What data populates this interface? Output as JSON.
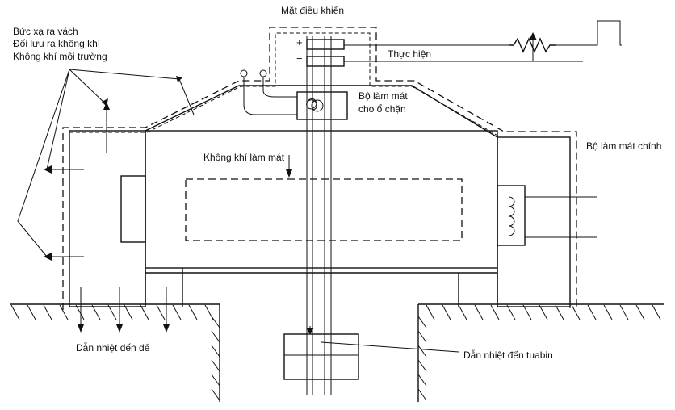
{
  "labels": {
    "control_panel": "Mặt điều khiển",
    "plus": "+",
    "minus": "−",
    "execution": "Thực hiện",
    "bearing_cooler_line1": "Bộ làm mát",
    "bearing_cooler_line2": "cho ổ chặn",
    "wall_radiation": "Bức xạ ra vách",
    "air_convection": "Đối lưu ra không khí",
    "ambient_air": "Không khí môi trường",
    "cooling_air": "Không khí làm mát",
    "main_cooler": "Bộ làm mát chính",
    "heat_to_base": "Dẫn nhiệt đến đế",
    "heat_to_turbine": "Dẫn nhiệt đến tuabin"
  },
  "colors": {
    "ink": "#111111",
    "background": "#ffffff"
  },
  "icons": [
    "coil-icon",
    "resistor-icon",
    "arrow-icon",
    "ground-hatch-icon"
  ]
}
